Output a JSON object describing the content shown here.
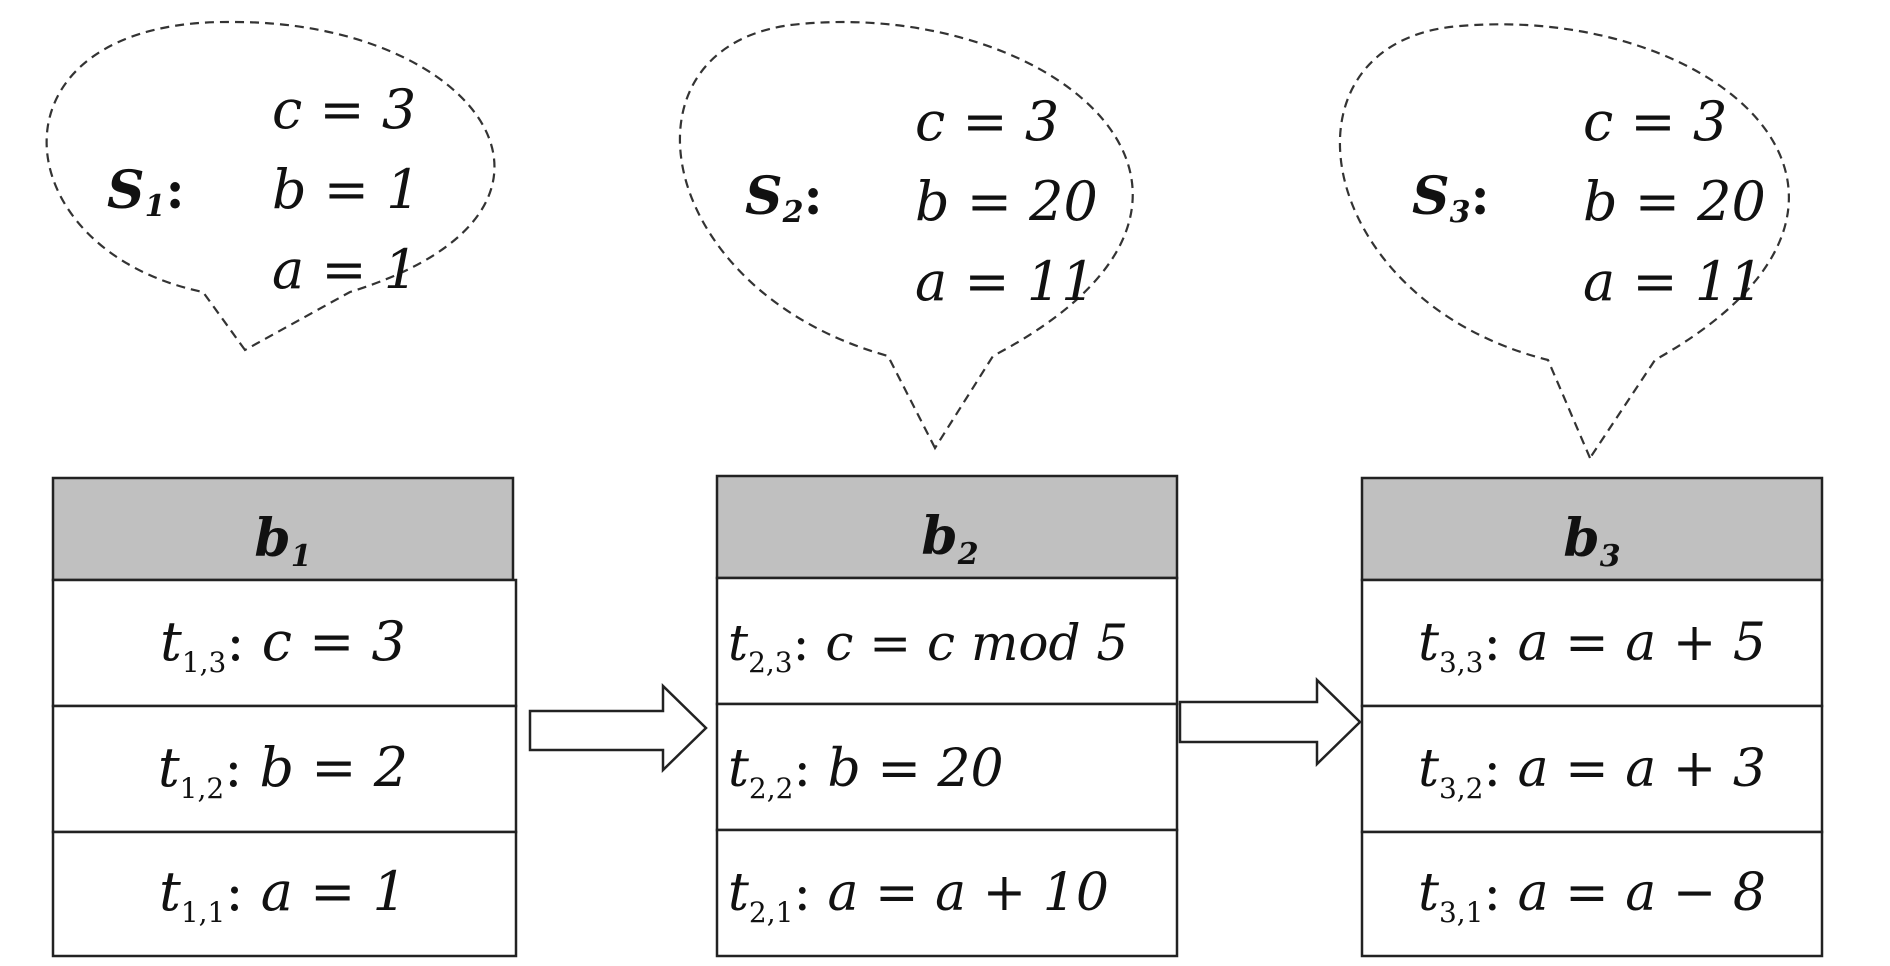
{
  "states": [
    {
      "label": "S",
      "sub": "1",
      "lines": [
        "c = 3",
        "b = 1",
        "a = 1"
      ]
    },
    {
      "label": "S",
      "sub": "2",
      "lines": [
        "c = 3",
        "b = 20",
        "a = 11"
      ]
    },
    {
      "label": "S",
      "sub": "3",
      "lines": [
        "c = 3",
        "b = 20",
        "a = 11"
      ]
    }
  ],
  "blocks": [
    {
      "title": "b",
      "sub": "1",
      "rows": [
        {
          "t": "t",
          "sub": "1,3",
          "expr": "c = 3"
        },
        {
          "t": "t",
          "sub": "1,2",
          "expr": "b = 2"
        },
        {
          "t": "t",
          "sub": "1,1",
          "expr": "a = 1"
        }
      ]
    },
    {
      "title": "b",
      "sub": "2",
      "rows": [
        {
          "t": "t",
          "sub": "2,3",
          "expr": "c = c mod 5"
        },
        {
          "t": "t",
          "sub": "2,2",
          "expr": "b = 20"
        },
        {
          "t": "t",
          "sub": "2,1",
          "expr": "a = a + 10"
        }
      ]
    },
    {
      "title": "b",
      "sub": "3",
      "rows": [
        {
          "t": "t",
          "sub": "3,3",
          "expr": "a = a + 5"
        },
        {
          "t": "t",
          "sub": "3,2",
          "expr": "a = a + 3"
        },
        {
          "t": "t",
          "sub": "3,1",
          "expr": "a = a − 8"
        }
      ]
    }
  ],
  "colors": {
    "header_fill": "#c0c0c0",
    "stroke": "#222222",
    "background": "#ffffff"
  }
}
